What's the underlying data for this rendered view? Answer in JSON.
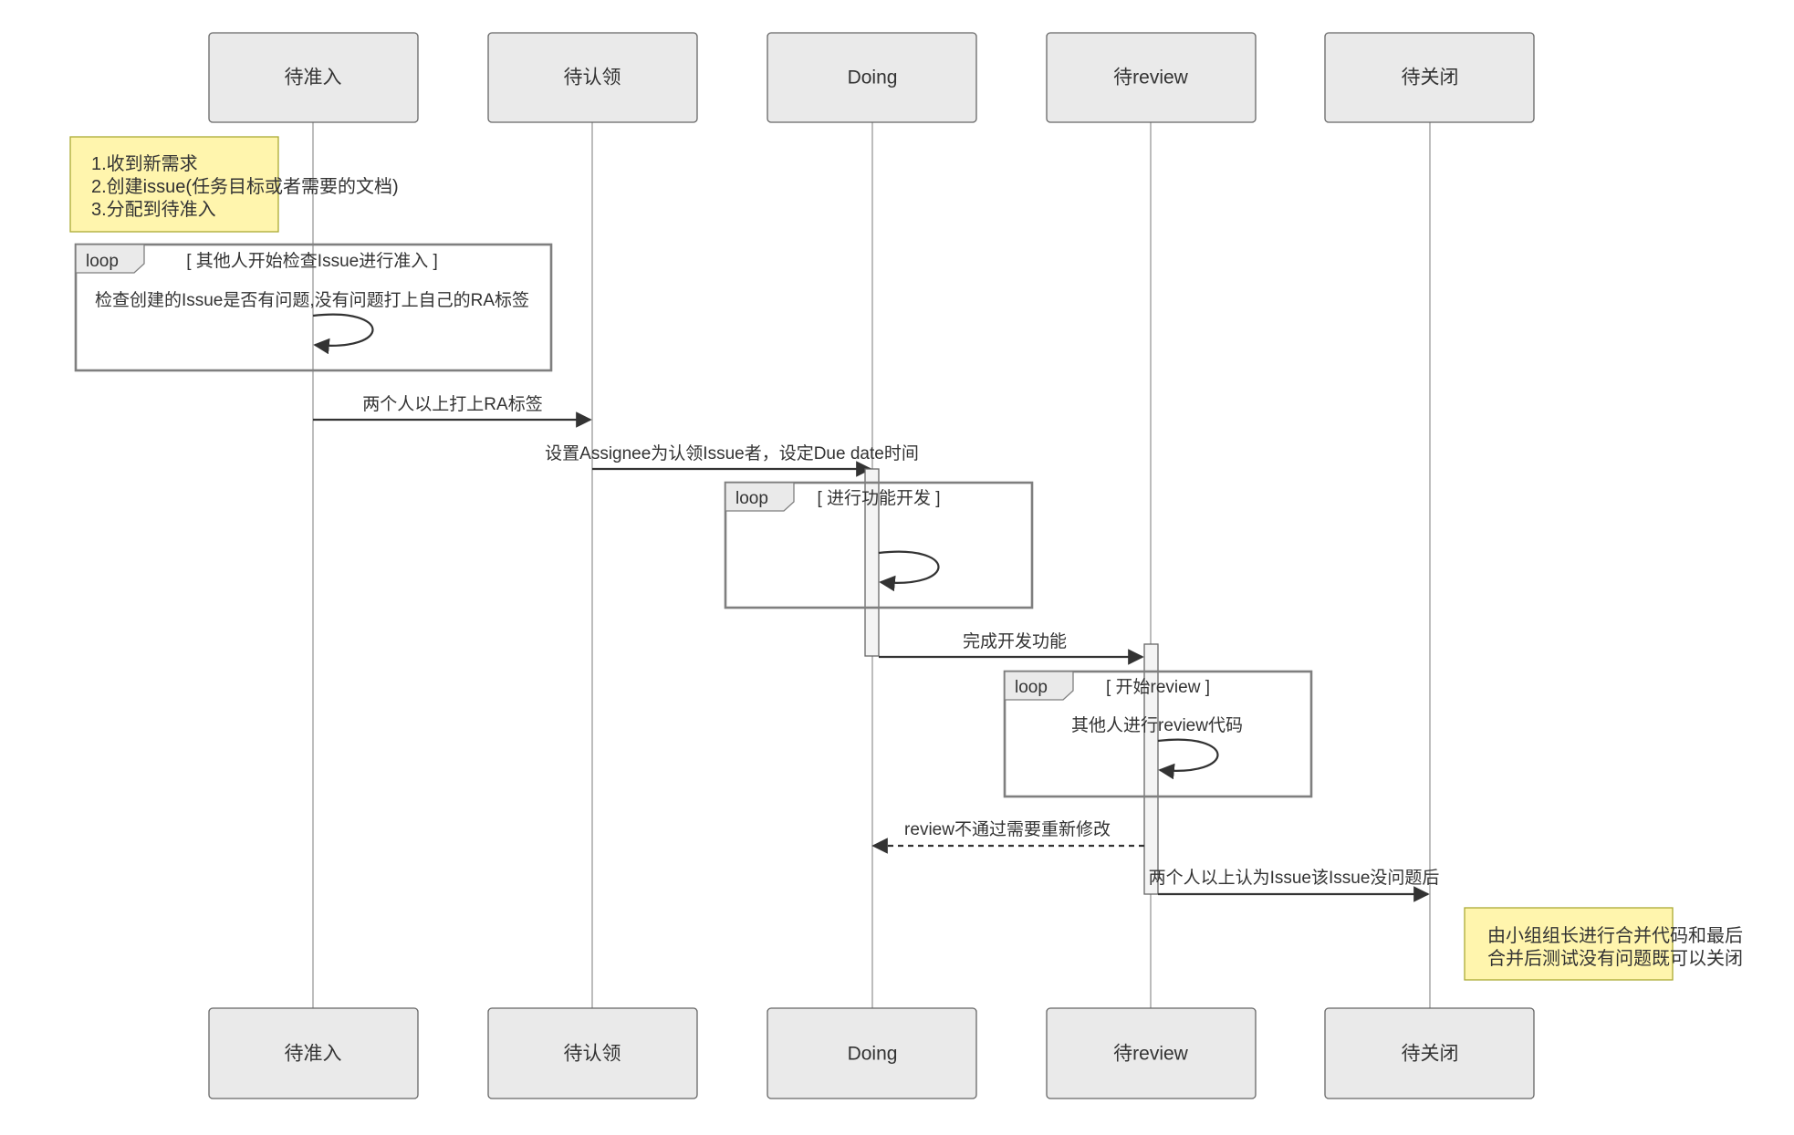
{
  "actors": [
    {
      "id": "a1",
      "label": "待准入"
    },
    {
      "id": "a2",
      "label": "待认领"
    },
    {
      "id": "a3",
      "label": "Doing"
    },
    {
      "id": "a4",
      "label": "待review"
    },
    {
      "id": "a5",
      "label": "待关闭"
    }
  ],
  "notes": {
    "start": [
      "1.收到新需求",
      "2.创建issue(任务目标或者需要的文档)",
      "3.分配到待准入"
    ],
    "end": [
      "由小组组长进行合并代码和最后",
      "合并后测试没有问题既可以关闭"
    ]
  },
  "loops": {
    "check": {
      "keyword": "loop",
      "condition": "[ 其他人开始检查Issue进行准入 ]",
      "message": "检查创建的Issue是否有问题,没有问题打上自己的RA标签"
    },
    "develop": {
      "keyword": "loop",
      "condition": "[ 进行功能开发 ]",
      "message": ""
    },
    "review": {
      "keyword": "loop",
      "condition": "[ 开始review ]",
      "message": "其他人进行review代码"
    }
  },
  "messages": {
    "m1": "两个人以上打上RA标签",
    "m2": "设置Assignee为认领Issue者，设定Due date时间",
    "m3": "完成开发功能",
    "m4": "review不通过需要重新修改",
    "m5": "两个人以上认为Issue该Issue没问题后"
  }
}
